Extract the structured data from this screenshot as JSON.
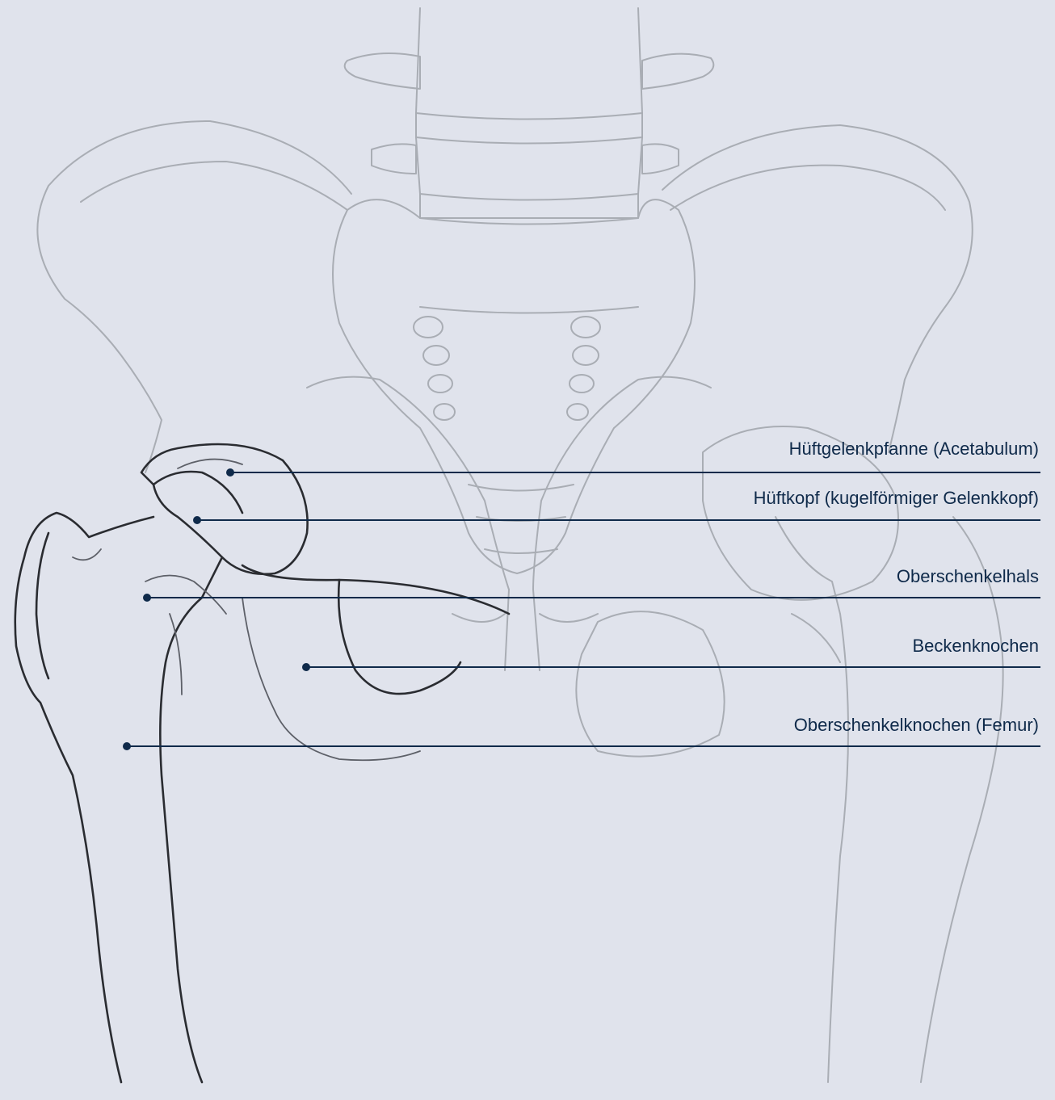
{
  "diagram": {
    "labels": [
      {
        "id": "acetabulum",
        "text": "Hüftgelenkpfanne (Acetabulum)"
      },
      {
        "id": "femoral-head",
        "text": "Hüftkopf (kugelförmiger Gelenkkopf)"
      },
      {
        "id": "femoral-neck",
        "text": "Oberschenkelhals"
      },
      {
        "id": "pelvic-bone",
        "text": "Beckenknochen"
      },
      {
        "id": "femur",
        "text": "Oberschenkelknochen (Femur)"
      }
    ],
    "colors": {
      "background": "#e0e3ec",
      "label": "#0f2a4a",
      "sketch_light": "#a9adb4",
      "sketch_dark": "#2a2c31"
    }
  }
}
